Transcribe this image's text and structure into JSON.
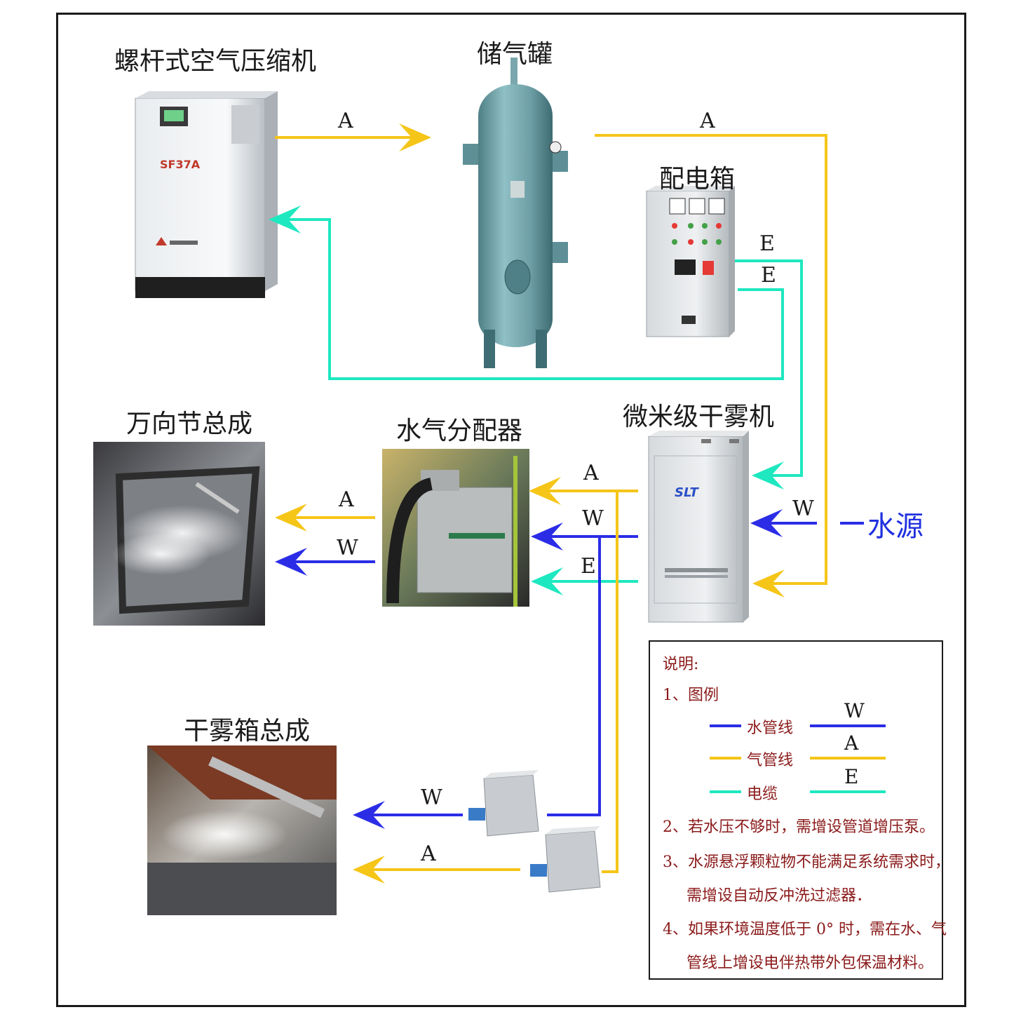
{
  "titles": {
    "compressor": "螺杆式空气压缩机",
    "tank": "储气罐",
    "power_box": "配电箱",
    "joint": "万向节总成",
    "distributor": "水气分配器",
    "fog_machine": "微米级干雾机",
    "fog_box": "干雾箱总成"
  },
  "pipe_labels": {
    "air": "A",
    "water": "W",
    "cable": "E"
  },
  "water_source": "水源",
  "device_text": {
    "compressor_model": "SF37A",
    "fog_machine_logo": "SLT"
  },
  "colors": {
    "water": "#2b2de6",
    "air": "#f5c518",
    "cable": "#1ee8c0"
  },
  "legend": {
    "heading": "说明:",
    "item1": "1、图例",
    "water_line": "水管线",
    "air_line": "气管线",
    "cable_line": "电缆",
    "note2": "2、若水压不够时，需增设管道增压泵。",
    "note3a": "3、水源悬浮颗粒物不能满足系统需求时，",
    "note3b": "需增设自动反冲洗过滤器．",
    "note4a": "4、如果环境温度低于 0° 时，需在水、气",
    "note4b": "管线上增设电伴热带外包保温材料。"
  }
}
